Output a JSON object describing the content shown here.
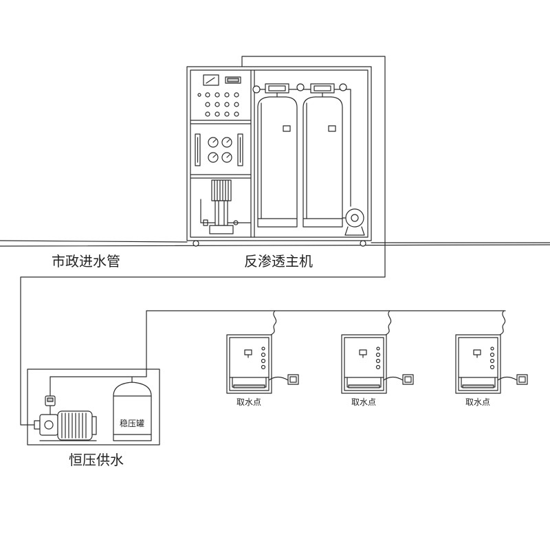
{
  "labels": {
    "municipal_inlet": "市政进水管",
    "ro_unit": "反渗透主机",
    "constant_pressure": "恒压供水",
    "pressure_tank": "稳压罐"
  },
  "dispensers": [
    {
      "label": "取水点"
    },
    {
      "label": "取水点"
    },
    {
      "label": "取水点"
    }
  ],
  "colors": {
    "line": "#2a2a2a",
    "background": "#ffffff"
  }
}
